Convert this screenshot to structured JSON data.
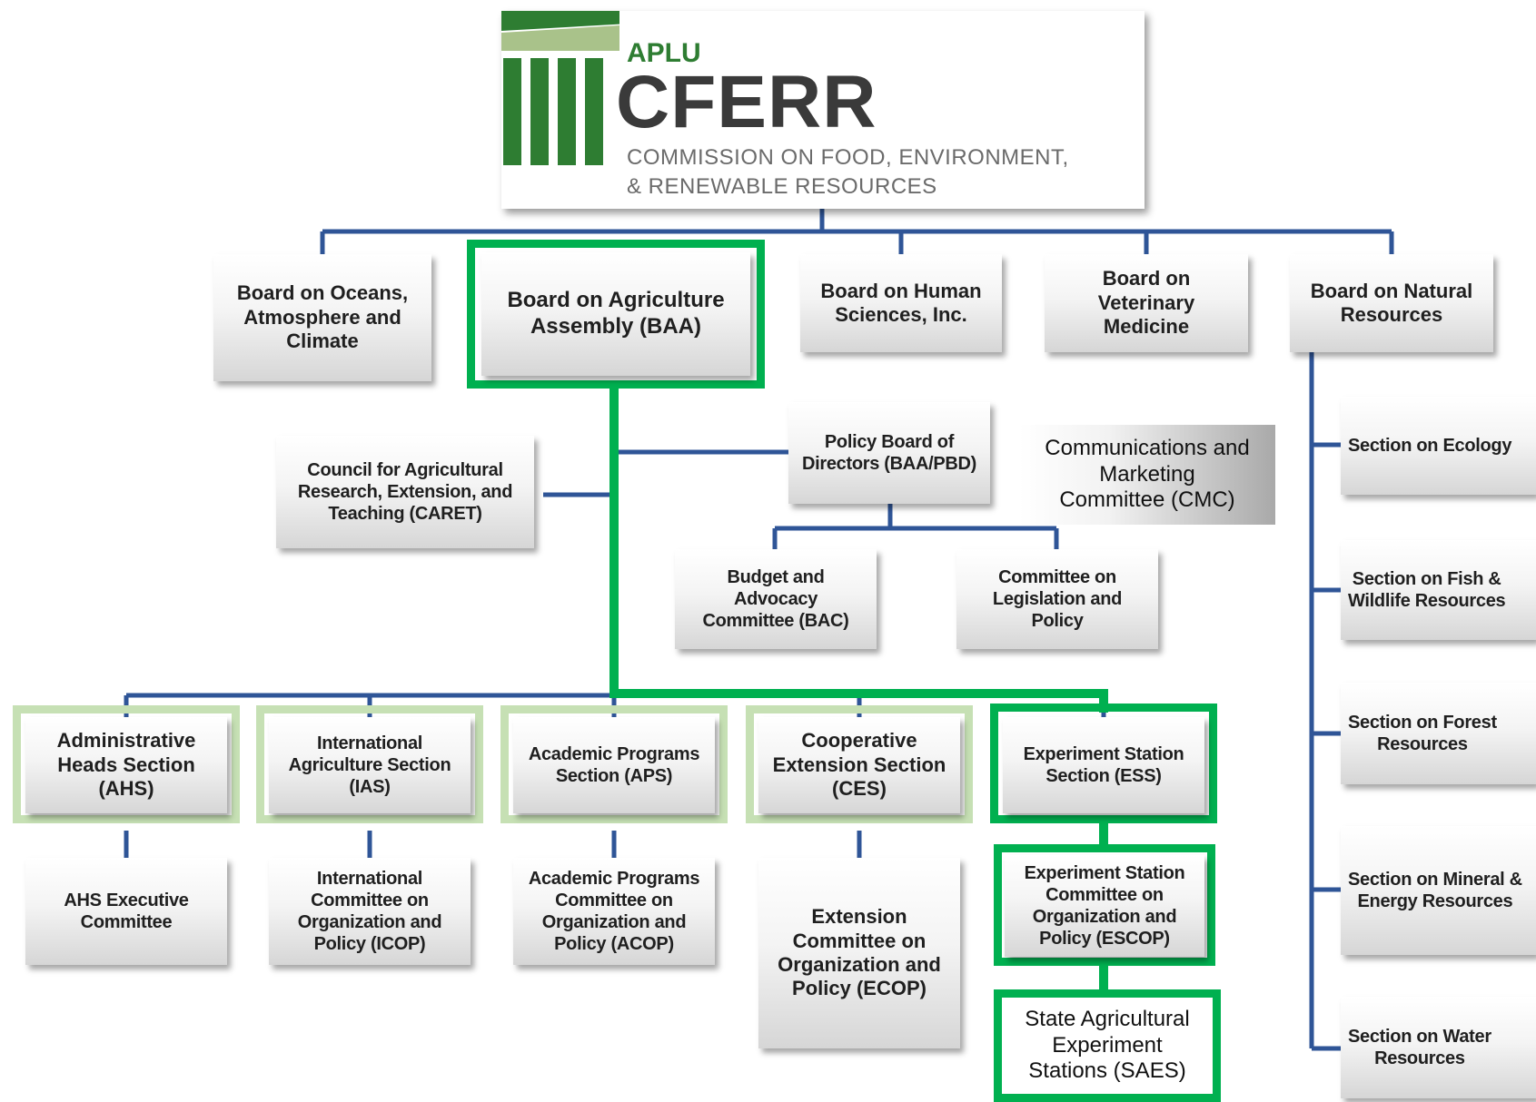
{
  "logo": {
    "org": "APLU",
    "acronym": "CFERR",
    "tagline_1": "COMMISSION ON FOOD, ENVIRONMENT,",
    "tagline_2": "& RENEWABLE RESOURCES"
  },
  "boards": {
    "oceans": "Board on Oceans,\nAtmosphere and\nClimate",
    "baa": "Board on Agriculture\nAssembly (BAA)",
    "human": "Board on Human\nSciences, Inc.",
    "vet": "Board on\nVeterinary\nMedicine",
    "natural": "Board on Natural\nResources"
  },
  "baa_units": {
    "caret": "Council for Agricultural\nResearch, Extension, and\nTeaching (CARET)",
    "policy_board": "Policy Board of\nDirectors (BAA/PBD)",
    "cmc": "Communications and\nMarketing\nCommittee (CMC)",
    "bac": "Budget and\nAdvocacy\nCommittee (BAC)",
    "clp": "Committee on\nLegislation and\nPolicy"
  },
  "sections": {
    "ahs": "Administrative\nHeads Section\n(AHS)",
    "ias": "International\nAgriculture Section\n(IAS)",
    "aps": "Academic Programs\nSection (APS)",
    "ces": "Cooperative\nExtension  Section\n(CES)",
    "ess": "Experiment Station\nSection (ESS)"
  },
  "committees": {
    "ahs_exec": "AHS Executive\nCommittee",
    "icop": "International\nCommittee on\nOrganization and\nPolicy (ICOP)",
    "acop": "Academic Programs\nCommittee on\nOrganization and\nPolicy (ACOP)",
    "ecop": "Extension\nCommittee on\nOrganization  and\nPolicy  (ECOP)",
    "escop": "Experiment Station\nCommittee on\nOrganization and\nPolicy (ESCOP)",
    "saes": "State Agricultural\nExperiment\nStations (SAES)"
  },
  "nr_sections": {
    "ecology": "Section on Ecology",
    "fish": "Section on Fish &\nWildlife Resources",
    "forest": "Section on Forest\nResources",
    "mineral": "Section on Mineral &\nEnergy Resources",
    "water": "Section on Water\nResources"
  },
  "colors": {
    "connector": "#2f5597",
    "highlight": "#00b050",
    "highlight_light": "#c6e0b4",
    "logo_green": "#2e7d32"
  }
}
